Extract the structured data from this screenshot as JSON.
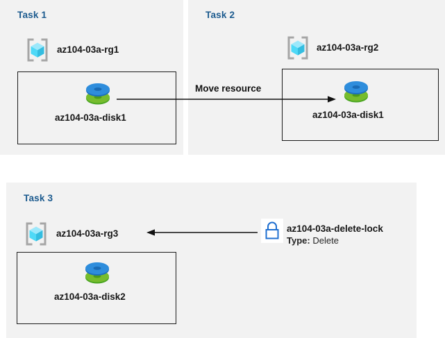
{
  "diagram": {
    "title": "Azure resource group tasks diagram",
    "background": "#ffffff",
    "panel_color": "#f2f2f2",
    "task_label_color": "#1b5a8e",
    "arrow_color": "#111111",
    "lock_color": "#1f6fd0"
  },
  "tasks": [
    {
      "id": "task1",
      "label": "Task 1",
      "resource_group": {
        "name": "az104-03a-rg1",
        "icon": "resource-group-icon"
      },
      "resource": {
        "name": "az104-03a-disk1",
        "icon": "managed-disk-icon"
      }
    },
    {
      "id": "task2",
      "label": "Task 2",
      "resource_group": {
        "name": "az104-03a-rg2",
        "icon": "resource-group-icon"
      },
      "resource": {
        "name": "az104-03a-disk1",
        "icon": "managed-disk-icon"
      }
    },
    {
      "id": "task3",
      "label": "Task 3",
      "resource_group": {
        "name": "az104-03a-rg3",
        "icon": "resource-group-icon"
      },
      "resource": {
        "name": "az104-03a-disk2",
        "icon": "managed-disk-icon"
      },
      "lock": {
        "icon": "lock-icon",
        "name": "az104-03a-delete-lock",
        "type_label": "Type:",
        "type_value": "Delete"
      }
    }
  ],
  "connectors": [
    {
      "id": "move-resource",
      "label": "Move resource",
      "direction": "right",
      "from": "task1-disk1",
      "to": "task2-disk1"
    },
    {
      "id": "lock-applies-to-rg3",
      "label": "",
      "direction": "left",
      "from": "az104-03a-delete-lock",
      "to": "az104-03a-rg3"
    }
  ]
}
